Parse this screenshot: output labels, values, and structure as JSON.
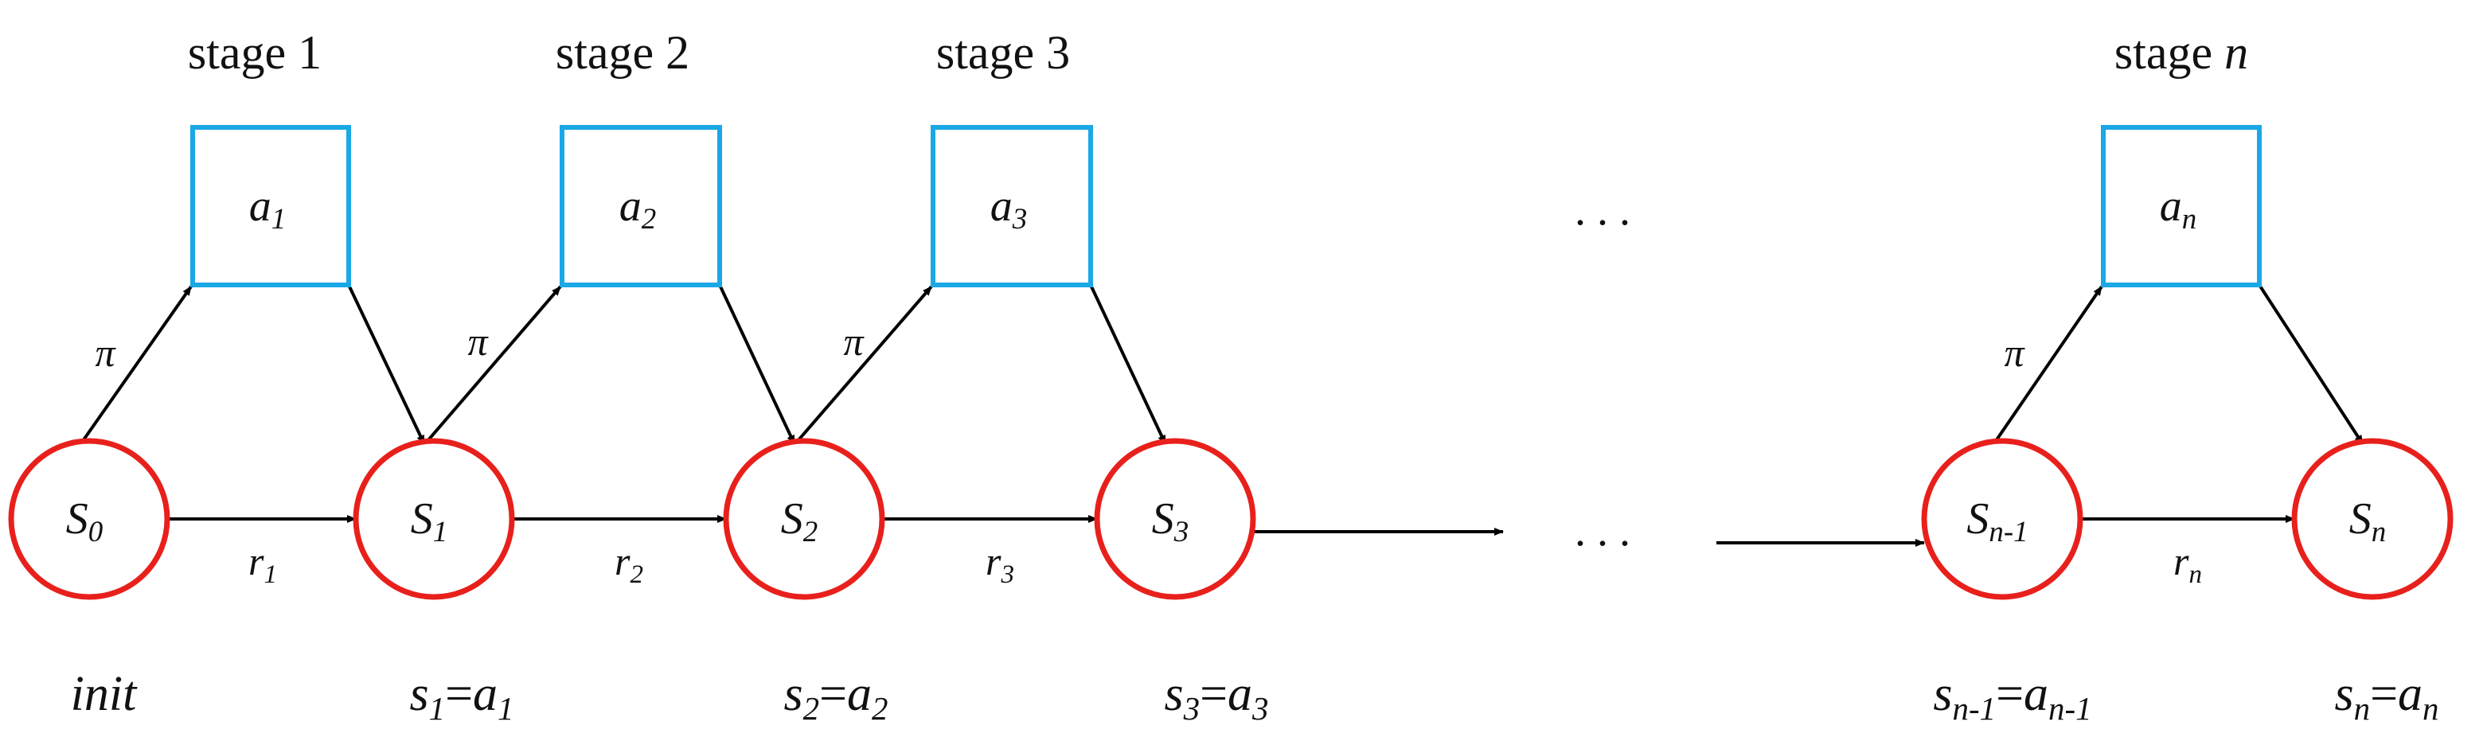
{
  "colors": {
    "state_stroke": "#e8201c",
    "action_stroke": "#1aa8e6",
    "edge": "#000000"
  },
  "stages": [
    {
      "prefix": "stage ",
      "num": "1"
    },
    {
      "prefix": "stage ",
      "num": "2"
    },
    {
      "prefix": "stage ",
      "num": "3"
    },
    {
      "prefix": "stage ",
      "num": "n"
    }
  ],
  "actions": [
    {
      "base": "a",
      "sub": "1"
    },
    {
      "base": "a",
      "sub": "2"
    },
    {
      "base": "a",
      "sub": "3"
    },
    {
      "base": "a",
      "sub": "n"
    }
  ],
  "states": [
    {
      "base": "S",
      "sub": "0"
    },
    {
      "base": "S",
      "sub": "1"
    },
    {
      "base": "S",
      "sub": "2"
    },
    {
      "base": "S",
      "sub": "3"
    },
    {
      "base": "S",
      "sub": "n-1"
    },
    {
      "base": "S",
      "sub": "n"
    }
  ],
  "policy_label": "π",
  "rewards": [
    {
      "base": "r",
      "sub": "1"
    },
    {
      "base": "r",
      "sub": "2"
    },
    {
      "base": "r",
      "sub": "3"
    },
    {
      "base": "r",
      "sub": "n"
    }
  ],
  "ellipsis": "...",
  "init_label": "init",
  "equalities": [
    {
      "s": "s",
      "s_sub": "1",
      "eq": "=",
      "a": "a",
      "a_sub": "1"
    },
    {
      "s": "s",
      "s_sub": "2",
      "eq": "=",
      "a": "a",
      "a_sub": "2"
    },
    {
      "s": "s",
      "s_sub": "3",
      "eq": "=",
      "a": "a",
      "a_sub": "3"
    },
    {
      "s": "s",
      "s_sub": "n-1",
      "eq": "=",
      "a": "a",
      "a_sub": "n-1"
    },
    {
      "s": "s",
      "s_sub": "n",
      "eq": "=",
      "a": "a",
      "a_sub": "n"
    }
  ]
}
